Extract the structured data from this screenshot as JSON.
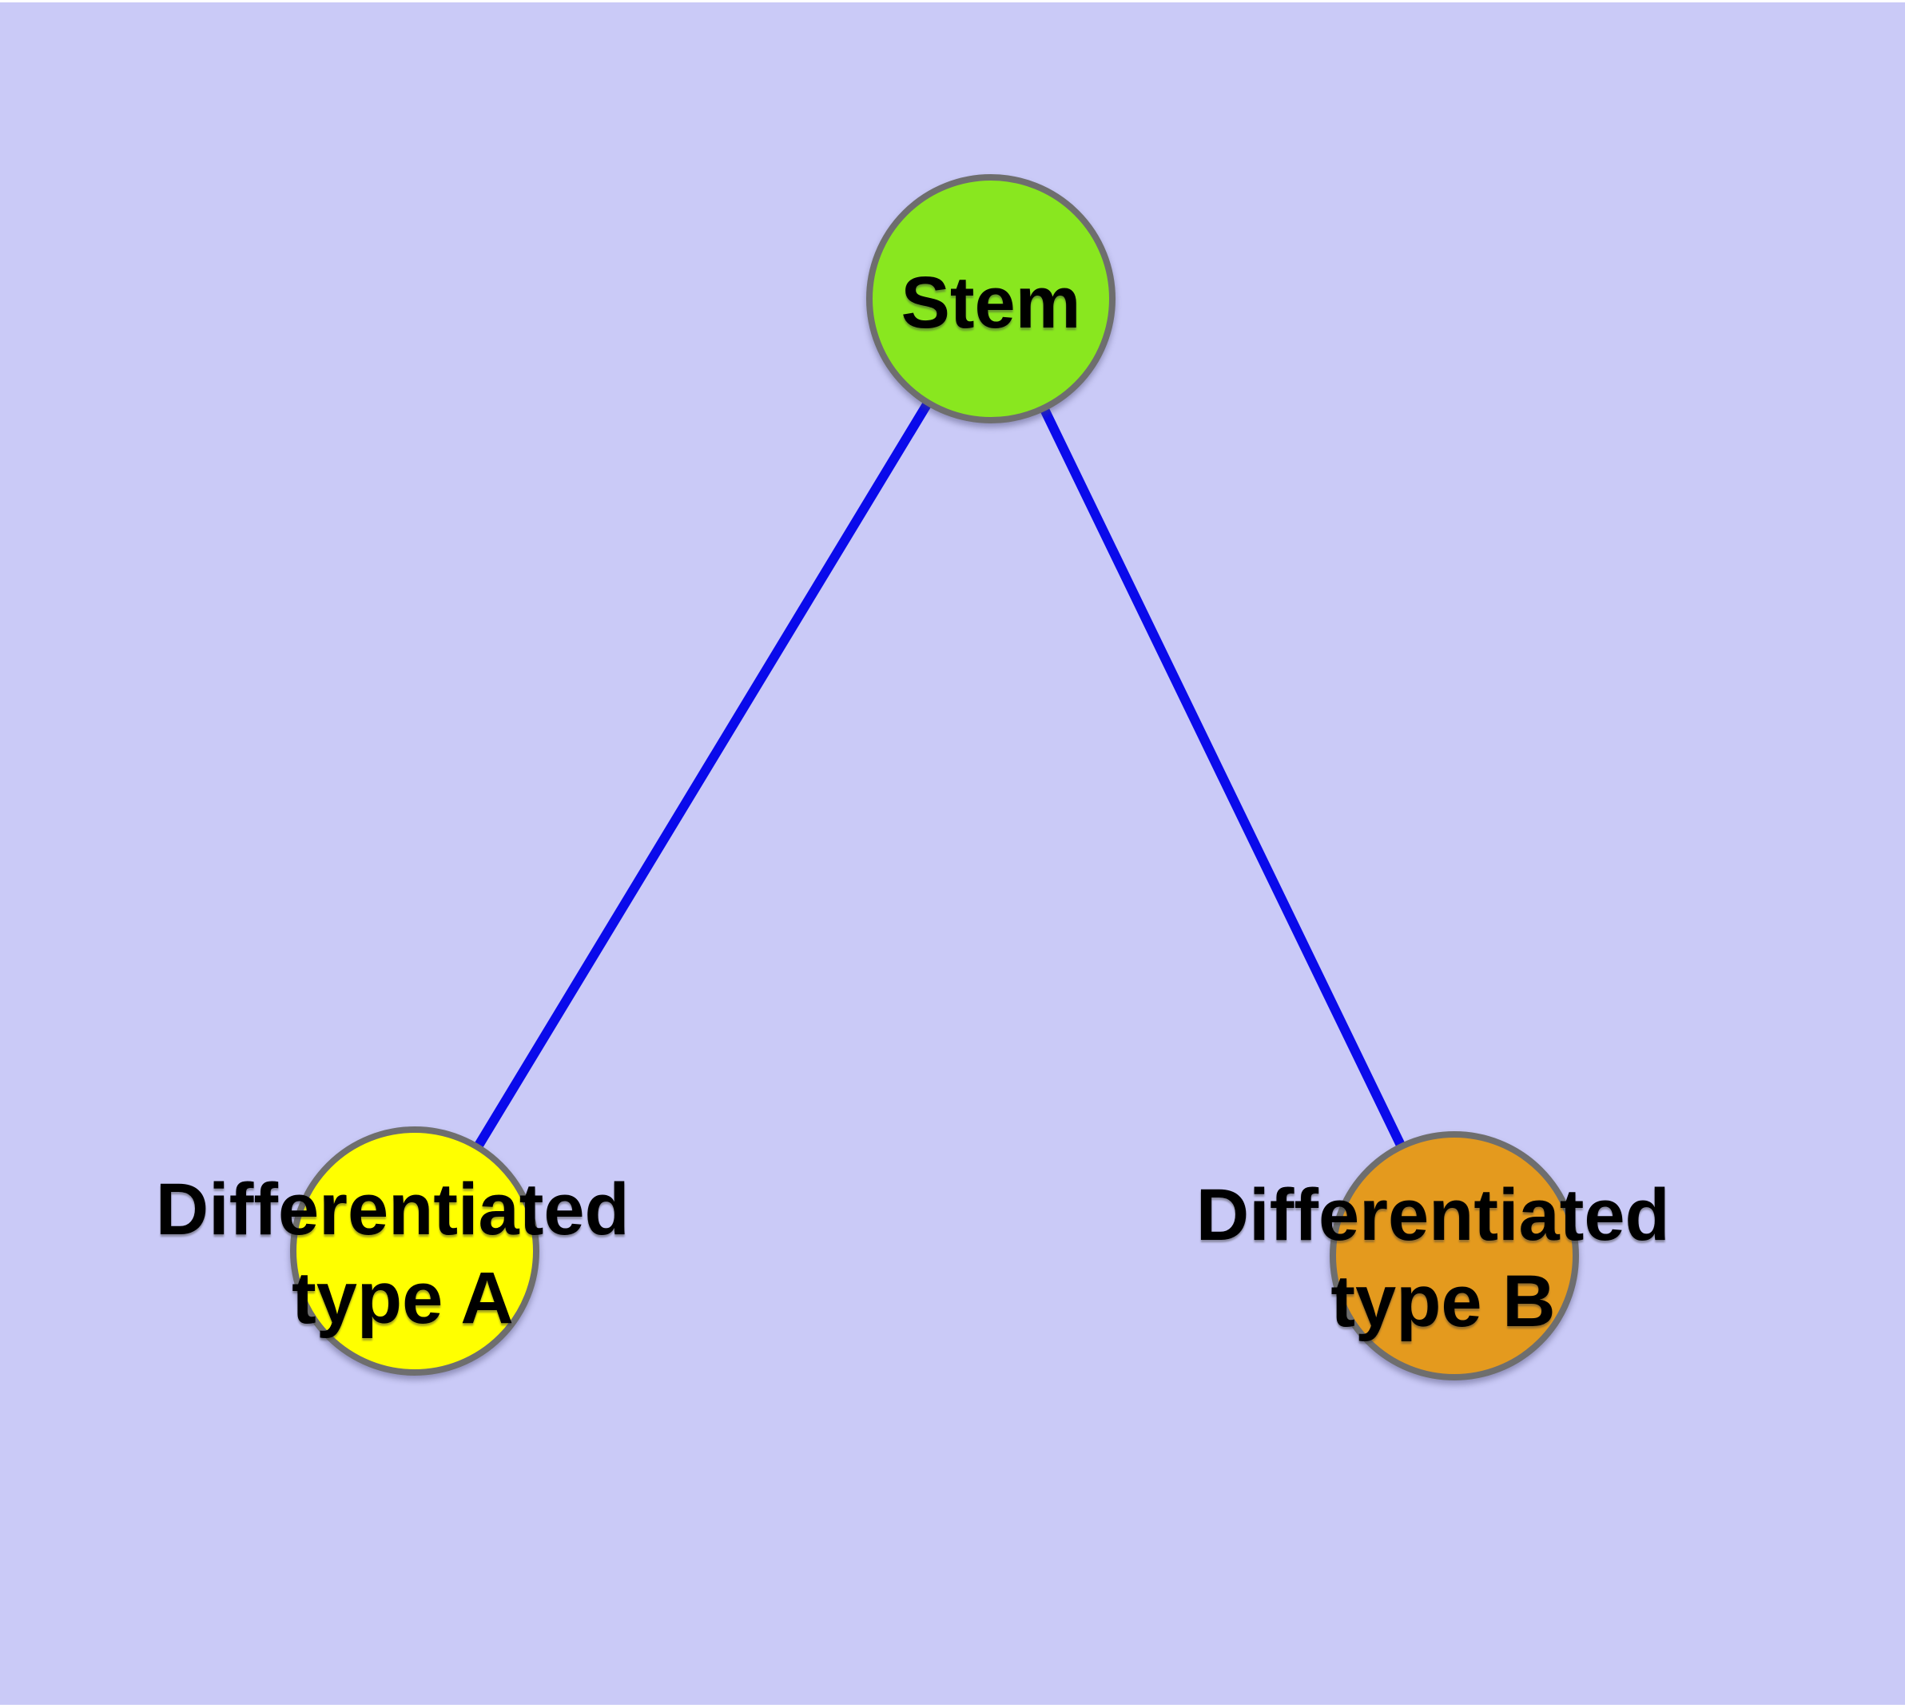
{
  "diagram": {
    "background_color": "#CACAF7",
    "page_margin_color": "#FFFFFF",
    "edge_color": "#0A0AEB",
    "node_border_color": "#6E6E6E",
    "label_color": "#000000",
    "nodes": [
      {
        "id": "stem",
        "label_lines": [
          "Stem"
        ],
        "fill": "#89E71F"
      },
      {
        "id": "differentiated-type-a",
        "label_lines": [
          "Differentiated",
          "type A"
        ],
        "fill": "#FFFF00"
      },
      {
        "id": "differentiated-type-b",
        "label_lines": [
          "Differentiated",
          "type B"
        ],
        "fill": "#E49A1E"
      }
    ],
    "edges": [
      {
        "from": "stem",
        "to": "differentiated-type-a"
      },
      {
        "from": "stem",
        "to": "differentiated-type-b"
      }
    ]
  }
}
